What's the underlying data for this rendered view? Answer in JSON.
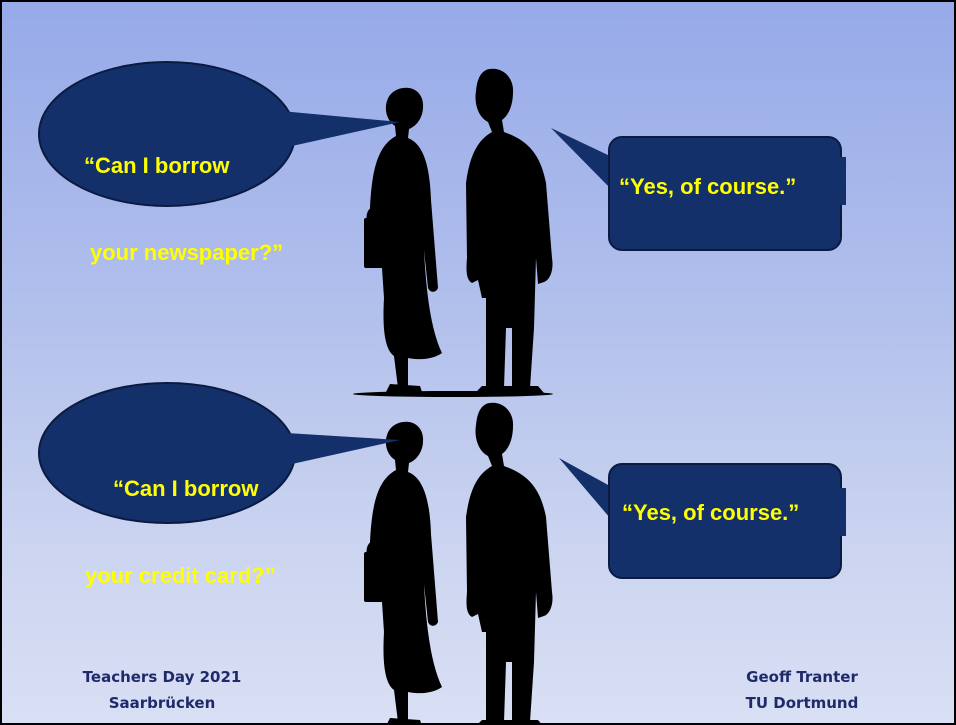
{
  "colors": {
    "bubble_fill": "#13306a",
    "quote_text": "#ffff00",
    "footer_text": "#1f2a6b",
    "silhouette": "#000000"
  },
  "scenes": [
    {
      "request": {
        "line1": "“Can I borrow",
        "line2": "your newspaper?”"
      },
      "reply": "“Yes, of course.”"
    },
    {
      "request": {
        "line1": "“Can I borrow",
        "line2": "your credit card?”"
      },
      "reply": "“Yes, of course.”"
    }
  ],
  "footer": {
    "left": {
      "line1": "Teachers Day 2021",
      "line2": "Saarbrücken"
    },
    "right": {
      "line1": "Geoff Tranter",
      "line2": "TU Dortmund"
    }
  }
}
